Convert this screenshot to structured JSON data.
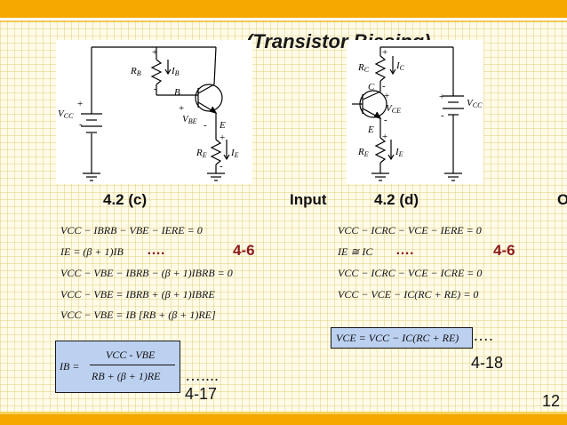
{
  "title": "(Transistor Biasing)",
  "left_circuit": {
    "labels": {
      "rb": "R",
      "rb_sub": "B",
      "ib": "I",
      "ib_sub": "B",
      "b": "B",
      "vbe": "V",
      "vbe_sub": "BE",
      "e": "E",
      "re": "R",
      "re_sub": "E",
      "ie": "I",
      "ie_sub": "E",
      "vcc": "V",
      "vcc_sub": "CC",
      "plus": "+",
      "minus": "-"
    }
  },
  "right_circuit": {
    "labels": {
      "rc": "R",
      "rc_sub": "C",
      "ic": "I",
      "ic_sub": "C",
      "c": "C",
      "vce": "V",
      "vce_sub": "CE",
      "e": "E",
      "re": "R",
      "re_sub": "E",
      "ie": "I",
      "ie_sub": "E",
      "vcc": "V",
      "vcc_sub": "CC",
      "plus": "+",
      "minus": "-"
    }
  },
  "section_left": "4.2 (c)",
  "section_input": "Input",
  "section_right": "4.2 (d)",
  "section_cut": "O",
  "left_equations": {
    "eq1": "VCC − IBRB − VBE − IERE = 0",
    "eq2": "IE = (β + 1)IB",
    "eq2_dots": "….",
    "eq2_ref": "4-6",
    "eq3": "VCC − VBE − IBRB − (β + 1)IBRB = 0",
    "eq4": "VCC − VBE = IBRB + (β + 1)IBRE",
    "eq5": "VCC − VBE = IB [RB + (β + 1)RE]"
  },
  "left_box": {
    "lhs": "IB =",
    "numerator": "VCC - VBE",
    "denominator": "RB + (β + 1)RE"
  },
  "left_note_dots": "…....",
  "left_note_ref": "4-17",
  "right_equations": {
    "eq1": "VCC − ICRC − VCE − IERE = 0",
    "eq2": "IE ≅ IC",
    "eq2_dots": "….",
    "eq2_ref": "4-6",
    "eq3": "VCC − ICRC − VCE − ICRE = 0",
    "eq4": "VCC − VCE − IC(RC + RE) = 0"
  },
  "right_box": "VCE = VCC − IC(RC + RE)",
  "right_note_dots": "….",
  "right_note_ref": "4-18",
  "page_number": "12",
  "colors": {
    "accent_bar": "#f5a800",
    "ref_text": "#8b1a1a",
    "box_fill": "#bcd0f0",
    "background": "#fffbe6"
  }
}
